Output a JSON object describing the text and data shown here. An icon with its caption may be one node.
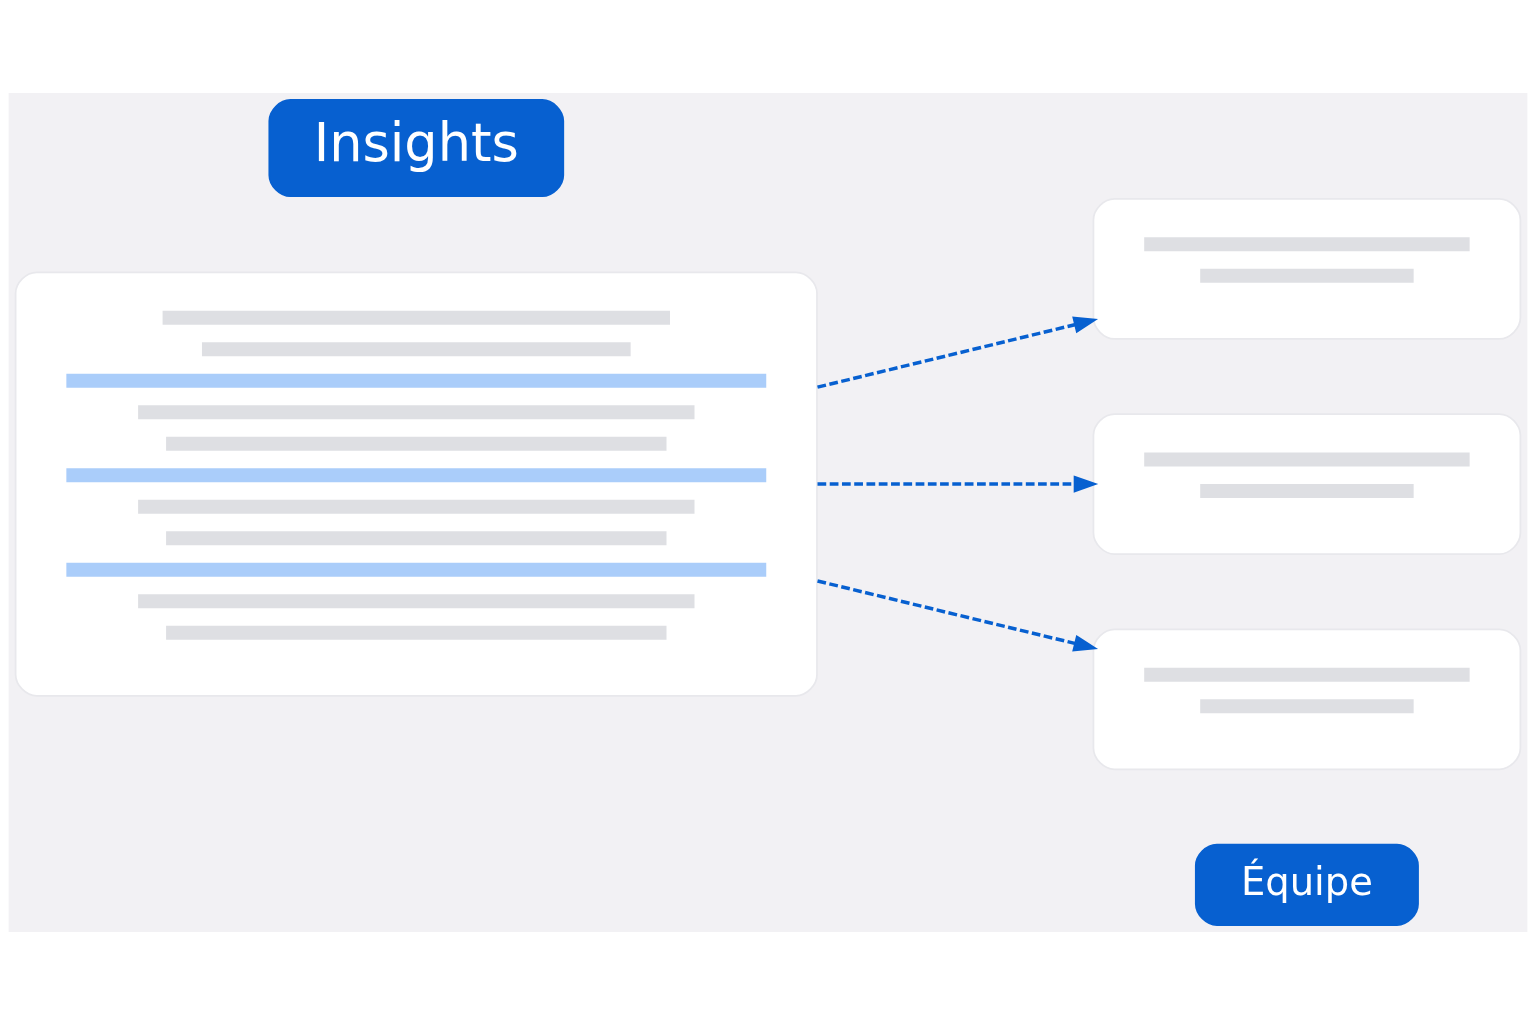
{
  "diagram": {
    "nodes": [
      {
        "text": [
          "Insights"
        ]
      },
      {
        "text": [],
        "shape": "box"
      },
      {
        "text": [],
        "shape": "box"
      },
      {
        "text": [],
        "shape": "box"
      },
      {
        "text": [],
        "shape": "box"
      },
      {
        "text": [
          "Équipe"
        ]
      }
    ],
    "edges": [
      {
        "from": 1,
        "to": 2,
        "arrow": "to",
        "style": "dashed"
      },
      {
        "from": 1,
        "to": 3,
        "arrow": "to",
        "style": "dashed"
      },
      {
        "from": 1,
        "to": 4,
        "arrow": "to",
        "style": "dashed"
      }
    ]
  }
}
